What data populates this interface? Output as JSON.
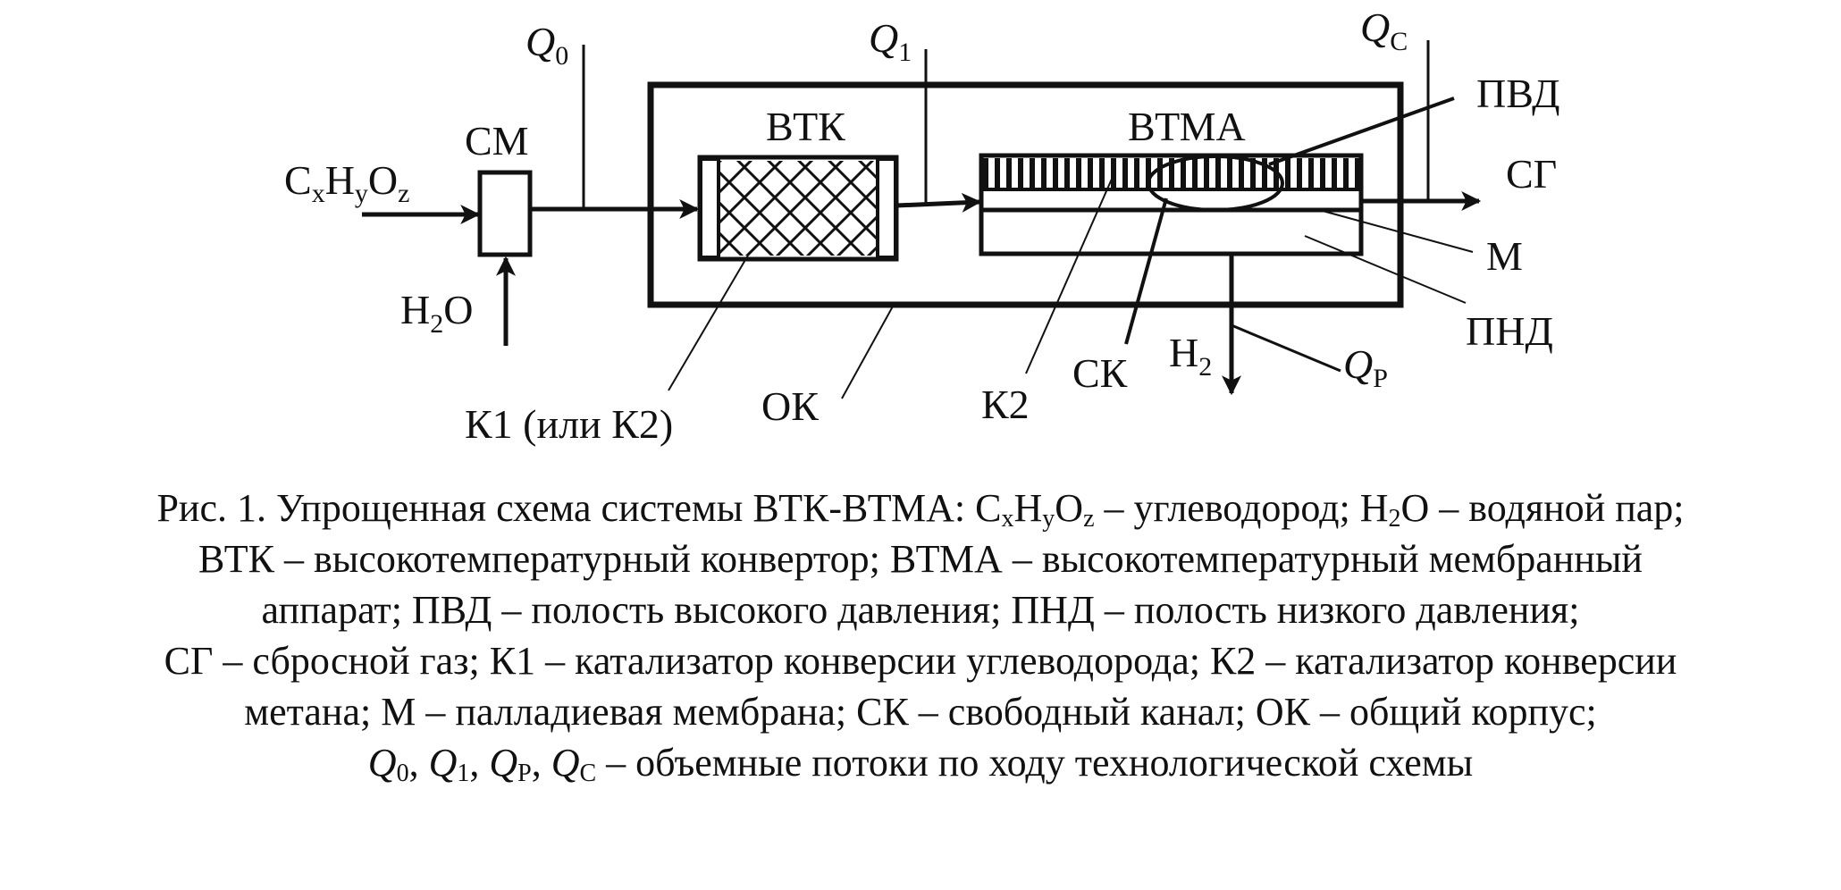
{
  "diagram": {
    "labels": {
      "cm": "СМ",
      "feed_main": "C",
      "feed_x": "x",
      "feed_h": "H",
      "feed_y": "y",
      "feed_o": "O",
      "feed_z": "z",
      "water_h": "H",
      "water_2": "2",
      "water_o": "O",
      "q0": "Q",
      "q0_sub": "0",
      "q1": "Q",
      "q1_sub": "1",
      "qc": "Q",
      "qc_sub": "С",
      "qp": "Q",
      "qp_sub": "Р",
      "vtk": "ВТК",
      "vtma": "ВТМА",
      "pvd": "ПВД",
      "sg": "СГ",
      "m": "М",
      "pnd": "ПНД",
      "h2_h": "H",
      "h2_2": "2",
      "k1": "К1 (или К2)",
      "ok": "ОК",
      "k2": "К2",
      "sk": "СК"
    }
  },
  "caption": {
    "l1_a": "Рис. 1. Упрощенная схема системы ВТК-ВТМА: C",
    "l1_x": "x",
    "l1_h": "H",
    "l1_y": "y",
    "l1_o": "O",
    "l1_z": "z",
    "l1_b": " – углеводород; H",
    "l1_2": "2",
    "l1_c": "O – водяной пар;",
    "l2": "ВТК – высокотемпературный конвертор; ВТМА – высокотемпературный мембранный",
    "l3": "аппарат; ПВД – полость высокого давления; ПНД – полость низкого давления;",
    "l4": "СГ – сбросной газ; К1 – катализатор конверсии углеводорода; К2 – катализатор конверсии",
    "l5": "метана; М – палладиевая мембрана; СК – свободный канал; ОК – общий корпус;",
    "l6_q": "Q",
    "l6_0": "0",
    "l6_s1": ", ",
    "l6_q1": "Q",
    "l6_1": "1",
    "l6_s2": ", ",
    "l6_qp": "Q",
    "l6_p": "Р",
    "l6_s3": ", ",
    "l6_qc": "Q",
    "l6_c": "С",
    "l6_rest": " – объемные потоки по ходу технологической схемы"
  }
}
